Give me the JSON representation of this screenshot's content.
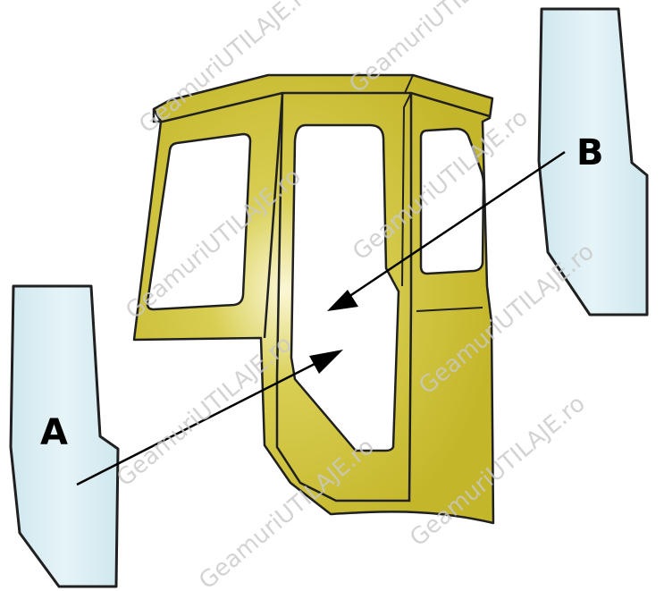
{
  "labels": {
    "a": "A",
    "b": "B"
  },
  "watermark": "GeamuriUTILAJE.ro",
  "colors": {
    "cab": "#c9bc2f",
    "glass": "#d4ecf2",
    "outline": "#202020",
    "background": "#ffffff"
  }
}
